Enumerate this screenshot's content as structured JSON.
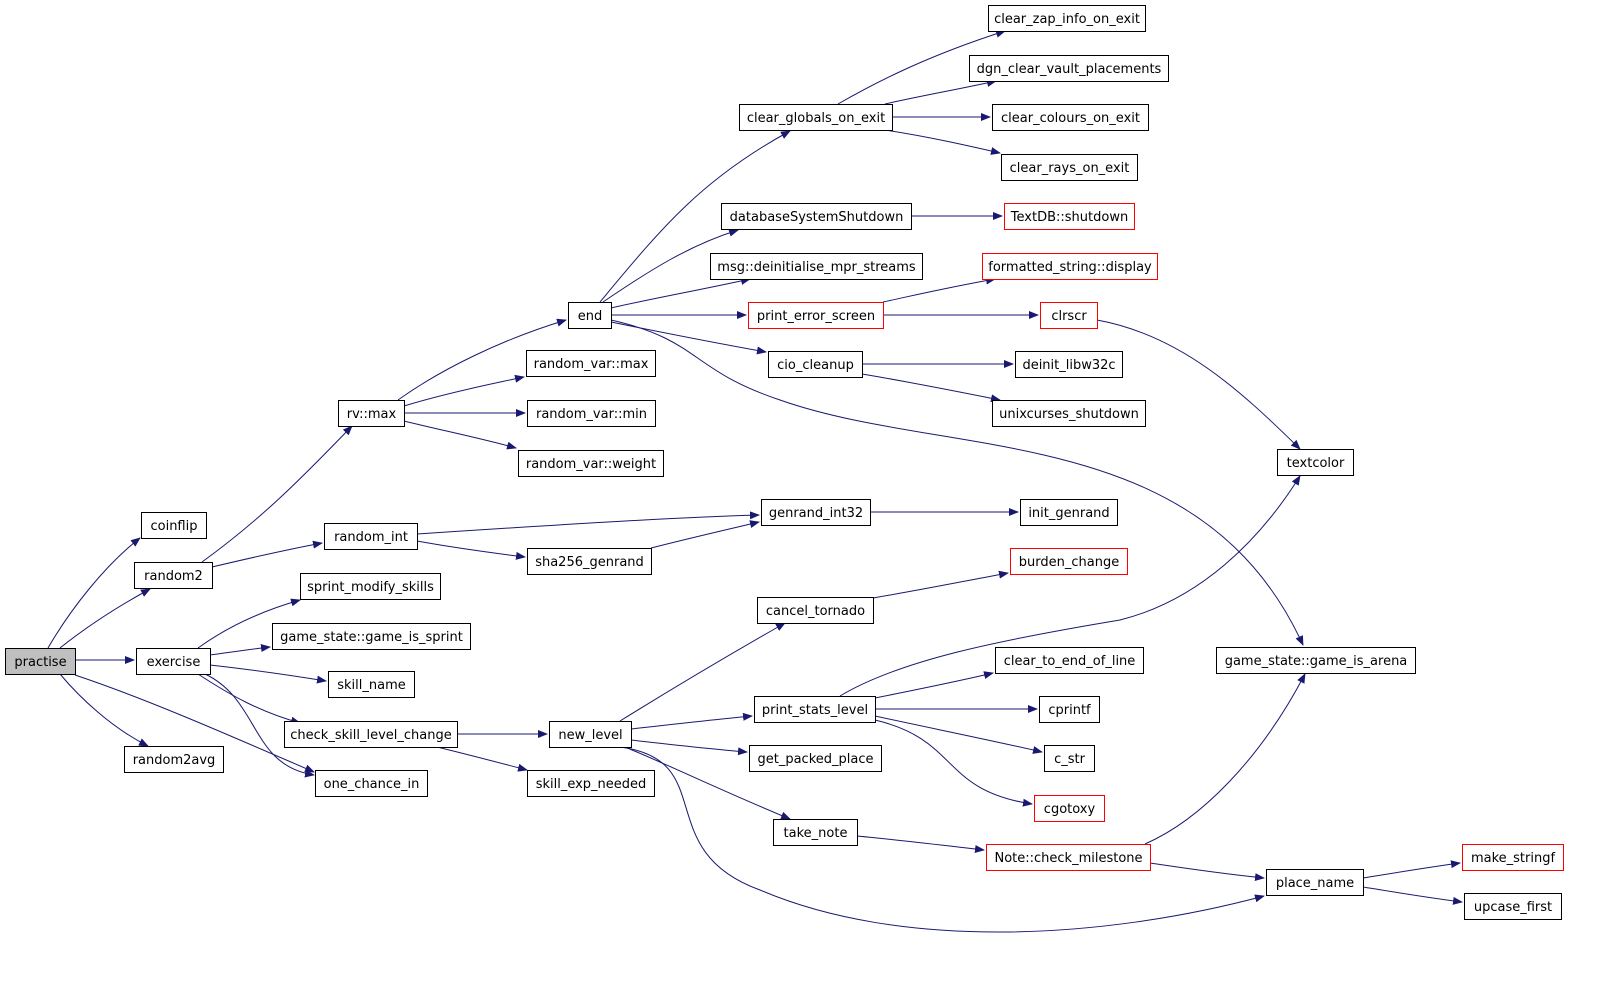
{
  "colors": {
    "edge": "#191970",
    "box_normal": "#000000",
    "box_truncated": "#ff0000",
    "fill_root": "#bfbfbf",
    "fill_normal": "#ffffff"
  },
  "nodes": [
    {
      "id": "practise",
      "label": "practise",
      "style": "root"
    },
    {
      "id": "coinflip",
      "label": "coinflip",
      "style": "normal"
    },
    {
      "id": "random2",
      "label": "random2",
      "style": "normal"
    },
    {
      "id": "exercise",
      "label": "exercise",
      "style": "normal"
    },
    {
      "id": "random2avg",
      "label": "random2avg",
      "style": "normal"
    },
    {
      "id": "rv_max",
      "label": "rv::max",
      "style": "normal"
    },
    {
      "id": "random_int",
      "label": "random_int",
      "style": "normal"
    },
    {
      "id": "sprint_modify_skills",
      "label": "sprint_modify_skills",
      "style": "normal"
    },
    {
      "id": "game_is_sprint",
      "label": "game_state::game_is_sprint",
      "style": "normal"
    },
    {
      "id": "skill_name",
      "label": "skill_name",
      "style": "normal"
    },
    {
      "id": "check_skill_level_change",
      "label": "check_skill_level_change",
      "style": "normal"
    },
    {
      "id": "one_chance_in",
      "label": "one_chance_in",
      "style": "normal"
    },
    {
      "id": "end",
      "label": "end",
      "style": "normal"
    },
    {
      "id": "rv_var_max",
      "label": "random_var::max",
      "style": "normal"
    },
    {
      "id": "rv_var_min",
      "label": "random_var::min",
      "style": "normal"
    },
    {
      "id": "rv_var_weight",
      "label": "random_var::weight",
      "style": "normal"
    },
    {
      "id": "sha256_genrand",
      "label": "sha256_genrand",
      "style": "normal"
    },
    {
      "id": "new_level",
      "label": "new_level",
      "style": "normal"
    },
    {
      "id": "skill_exp_needed",
      "label": "skill_exp_needed",
      "style": "normal"
    },
    {
      "id": "clear_globals_on_exit",
      "label": "clear_globals_on_exit",
      "style": "normal"
    },
    {
      "id": "databaseSystemShutdown",
      "label": "databaseSystemShutdown",
      "style": "normal"
    },
    {
      "id": "msg_deinit",
      "label": "msg::deinitialise_mpr_streams",
      "style": "normal"
    },
    {
      "id": "print_error_screen",
      "label": "print_error_screen",
      "style": "truncated"
    },
    {
      "id": "cio_cleanup",
      "label": "cio_cleanup",
      "style": "normal"
    },
    {
      "id": "genrand_int32",
      "label": "genrand_int32",
      "style": "normal"
    },
    {
      "id": "cancel_tornado",
      "label": "cancel_tornado",
      "style": "normal"
    },
    {
      "id": "print_stats_level",
      "label": "print_stats_level",
      "style": "normal"
    },
    {
      "id": "get_packed_place",
      "label": "get_packed_place",
      "style": "normal"
    },
    {
      "id": "take_note",
      "label": "take_note",
      "style": "normal"
    },
    {
      "id": "clear_zap_info_on_exit",
      "label": "clear_zap_info_on_exit",
      "style": "normal"
    },
    {
      "id": "dgn_clear_vault_placements",
      "label": "dgn_clear_vault_placements",
      "style": "normal"
    },
    {
      "id": "clear_colours_on_exit",
      "label": "clear_colours_on_exit",
      "style": "normal"
    },
    {
      "id": "clear_rays_on_exit",
      "label": "clear_rays_on_exit",
      "style": "normal"
    },
    {
      "id": "textdb_shutdown",
      "label": "TextDB::shutdown",
      "style": "truncated"
    },
    {
      "id": "formatted_string_display",
      "label": "formatted_string::display",
      "style": "truncated"
    },
    {
      "id": "clrscr",
      "label": "clrscr",
      "style": "truncated"
    },
    {
      "id": "deinit_libw32c",
      "label": "deinit_libw32c",
      "style": "normal"
    },
    {
      "id": "unixcurses_shutdown",
      "label": "unixcurses_shutdown",
      "style": "normal"
    },
    {
      "id": "init_genrand",
      "label": "init_genrand",
      "style": "normal"
    },
    {
      "id": "burden_change",
      "label": "burden_change",
      "style": "truncated"
    },
    {
      "id": "clear_to_end_of_line",
      "label": "clear_to_end_of_line",
      "style": "normal"
    },
    {
      "id": "cprintf",
      "label": "cprintf",
      "style": "normal"
    },
    {
      "id": "c_str",
      "label": "c_str",
      "style": "normal"
    },
    {
      "id": "cgotoxy",
      "label": "cgotoxy",
      "style": "truncated"
    },
    {
      "id": "note_check_milestone",
      "label": "Note::check_milestone",
      "style": "truncated"
    },
    {
      "id": "textcolor",
      "label": "textcolor",
      "style": "normal"
    },
    {
      "id": "game_is_arena",
      "label": "game_state::game_is_arena",
      "style": "normal"
    },
    {
      "id": "place_name",
      "label": "place_name",
      "style": "normal"
    },
    {
      "id": "make_stringf",
      "label": "make_stringf",
      "style": "truncated"
    },
    {
      "id": "upcase_first",
      "label": "upcase_first",
      "style": "normal"
    }
  ],
  "edges": [
    {
      "from": "practise",
      "to": "coinflip"
    },
    {
      "from": "practise",
      "to": "random2"
    },
    {
      "from": "practise",
      "to": "exercise"
    },
    {
      "from": "practise",
      "to": "random2avg"
    },
    {
      "from": "practise",
      "to": "one_chance_in"
    },
    {
      "from": "random2",
      "to": "rv_max"
    },
    {
      "from": "random2",
      "to": "random_int"
    },
    {
      "from": "exercise",
      "to": "sprint_modify_skills"
    },
    {
      "from": "exercise",
      "to": "game_is_sprint"
    },
    {
      "from": "exercise",
      "to": "skill_name"
    },
    {
      "from": "exercise",
      "to": "check_skill_level_change"
    },
    {
      "from": "exercise",
      "to": "one_chance_in"
    },
    {
      "from": "rv_max",
      "to": "end"
    },
    {
      "from": "rv_max",
      "to": "rv_var_max"
    },
    {
      "from": "rv_max",
      "to": "rv_var_min"
    },
    {
      "from": "rv_max",
      "to": "rv_var_weight"
    },
    {
      "from": "random_int",
      "to": "genrand_int32"
    },
    {
      "from": "random_int",
      "to": "sha256_genrand"
    },
    {
      "from": "sha256_genrand",
      "to": "genrand_int32"
    },
    {
      "from": "check_skill_level_change",
      "to": "new_level"
    },
    {
      "from": "check_skill_level_change",
      "to": "skill_exp_needed"
    },
    {
      "from": "end",
      "to": "clear_globals_on_exit"
    },
    {
      "from": "end",
      "to": "databaseSystemShutdown"
    },
    {
      "from": "end",
      "to": "msg_deinit"
    },
    {
      "from": "end",
      "to": "print_error_screen"
    },
    {
      "from": "end",
      "to": "cio_cleanup"
    },
    {
      "from": "end",
      "to": "game_is_arena"
    },
    {
      "from": "clear_globals_on_exit",
      "to": "clear_zap_info_on_exit"
    },
    {
      "from": "clear_globals_on_exit",
      "to": "dgn_clear_vault_placements"
    },
    {
      "from": "clear_globals_on_exit",
      "to": "clear_colours_on_exit"
    },
    {
      "from": "clear_globals_on_exit",
      "to": "clear_rays_on_exit"
    },
    {
      "from": "databaseSystemShutdown",
      "to": "textdb_shutdown"
    },
    {
      "from": "print_error_screen",
      "to": "formatted_string_display"
    },
    {
      "from": "print_error_screen",
      "to": "clrscr"
    },
    {
      "from": "cio_cleanup",
      "to": "deinit_libw32c"
    },
    {
      "from": "cio_cleanup",
      "to": "unixcurses_shutdown"
    },
    {
      "from": "clrscr",
      "to": "textcolor"
    },
    {
      "from": "genrand_int32",
      "to": "init_genrand"
    },
    {
      "from": "new_level",
      "to": "cancel_tornado"
    },
    {
      "from": "new_level",
      "to": "print_stats_level"
    },
    {
      "from": "new_level",
      "to": "get_packed_place"
    },
    {
      "from": "new_level",
      "to": "take_note"
    },
    {
      "from": "new_level",
      "to": "place_name"
    },
    {
      "from": "cancel_tornado",
      "to": "burden_change"
    },
    {
      "from": "print_stats_level",
      "to": "textcolor"
    },
    {
      "from": "print_stats_level",
      "to": "clear_to_end_of_line"
    },
    {
      "from": "print_stats_level",
      "to": "cprintf"
    },
    {
      "from": "print_stats_level",
      "to": "c_str"
    },
    {
      "from": "print_stats_level",
      "to": "cgotoxy"
    },
    {
      "from": "take_note",
      "to": "note_check_milestone"
    },
    {
      "from": "note_check_milestone",
      "to": "game_is_arena"
    },
    {
      "from": "note_check_milestone",
      "to": "place_name"
    },
    {
      "from": "place_name",
      "to": "make_stringf"
    },
    {
      "from": "place_name",
      "to": "upcase_first"
    }
  ]
}
